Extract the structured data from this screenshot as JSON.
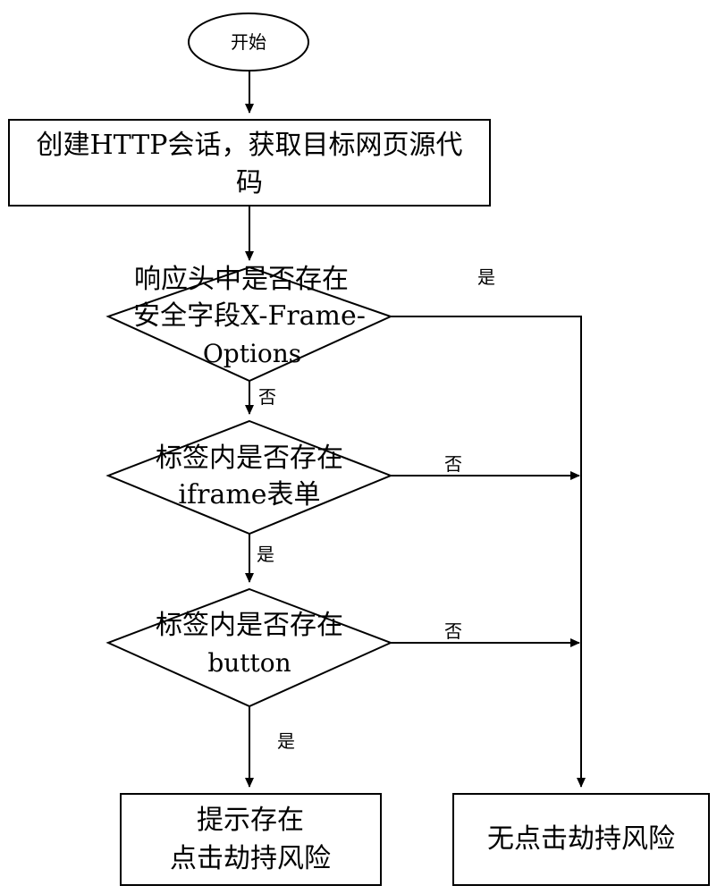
{
  "flowchart": {
    "start": {
      "label": "开始"
    },
    "step_create_session": {
      "line1": "创建HTTP会话，获取目标网页源代",
      "line2": "码"
    },
    "decision_header": {
      "line1": "响应头中是否存在",
      "line2": "安全字段X-Frame-",
      "line3": "Options"
    },
    "decision_iframe": {
      "line1": "标签内是否存在",
      "line2": "iframe表单"
    },
    "decision_button": {
      "line1": "标签内是否存在",
      "line2": "button"
    },
    "result_risk": {
      "line1": "提示存在",
      "line2": "点击劫持风险"
    },
    "result_no_risk": {
      "label": "无点击劫持风险"
    },
    "edge_labels": {
      "header_yes": "是",
      "header_no": "否",
      "iframe_no": "否",
      "iframe_yes": "是",
      "button_no": "否",
      "button_yes": "是"
    }
  }
}
